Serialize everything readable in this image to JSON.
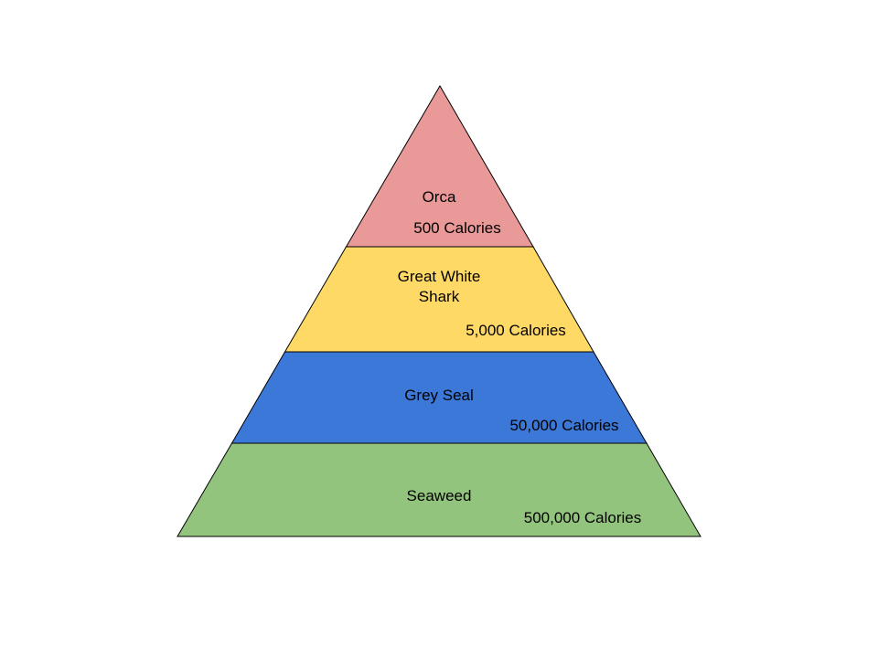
{
  "title": "Ocean food pyramid",
  "levels": [
    {
      "name": "Orca",
      "calories": "500 Calories",
      "color": "#ea9999"
    },
    {
      "name_line1": "Great White",
      "name_line2": "Shark",
      "calories": "5,000 Calories",
      "color": "#ffd966"
    },
    {
      "name": "Grey Seal",
      "calories": "50,000 Calories",
      "color": "#3c78d8"
    },
    {
      "name": "Seaweed",
      "calories": "500,000 Calories",
      "color": "#93c47d"
    }
  ]
}
